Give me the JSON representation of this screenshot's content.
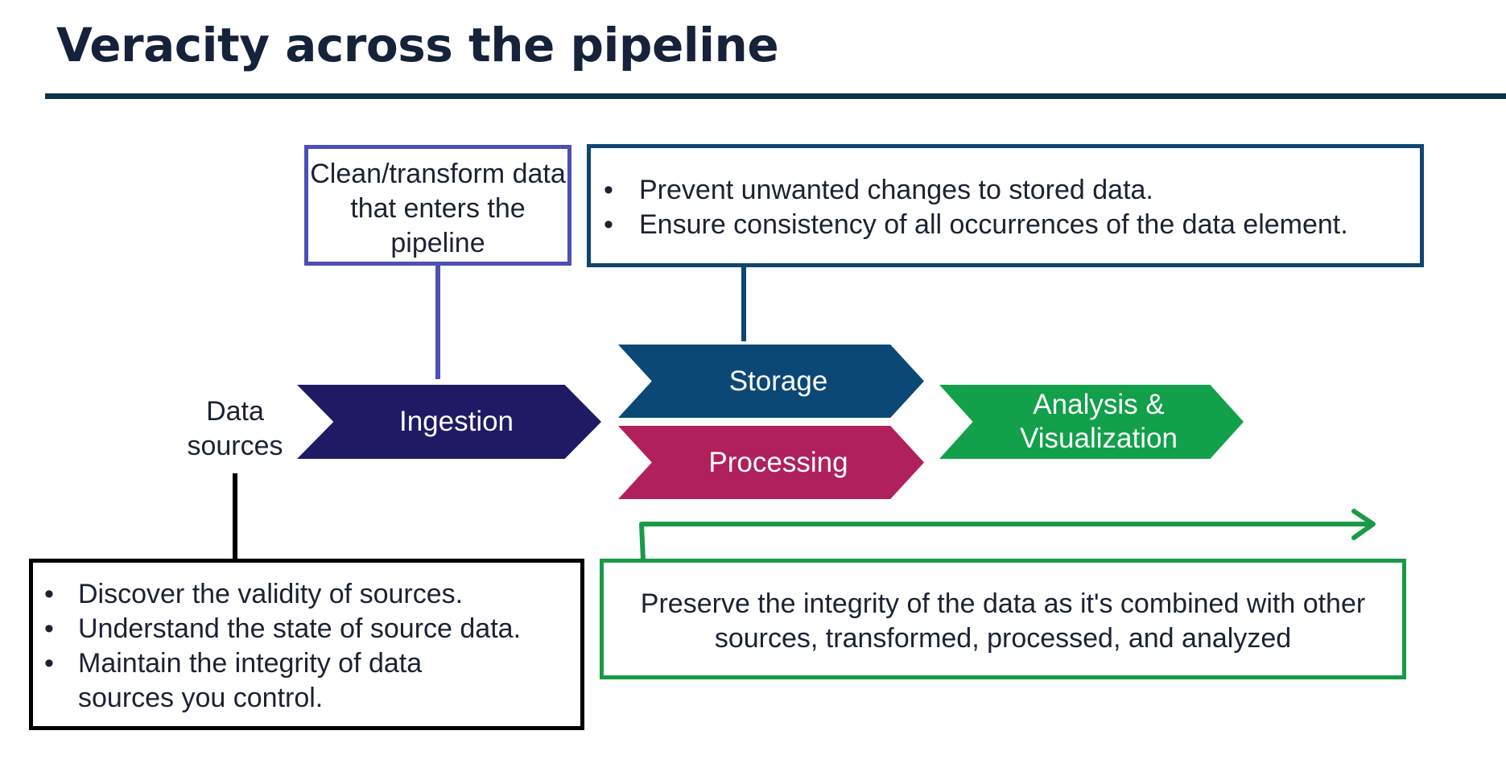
{
  "title": "Veracity across the pipeline",
  "stages": {
    "data_sources": "Data sources",
    "ingestion": "Ingestion",
    "storage": "Storage",
    "processing": "Processing",
    "analysis": "Analysis & Visualization"
  },
  "callouts": {
    "clean": "Clean/transform data that enters the pipeline",
    "storage": [
      "Prevent unwanted changes to stored data.",
      "Ensure consistency of all occurrences of the data element."
    ],
    "sources": [
      "Discover the validity of sources.",
      "Understand the state of source data.",
      "Maintain the integrity of data sources you control."
    ],
    "integrity": "Preserve the integrity of the data as it's combined with other sources, transformed, processed, and analyzed"
  },
  "colors": {
    "title": "#16213a",
    "rule": "#0d3349",
    "ingestion": "#1f1a63",
    "storage": "#0b4876",
    "processing": "#b0205d",
    "analysis": "#12a04a",
    "clean_border": "#4d4fb4",
    "sources_border": "#000000",
    "integrity_border": "#1a9a47"
  }
}
